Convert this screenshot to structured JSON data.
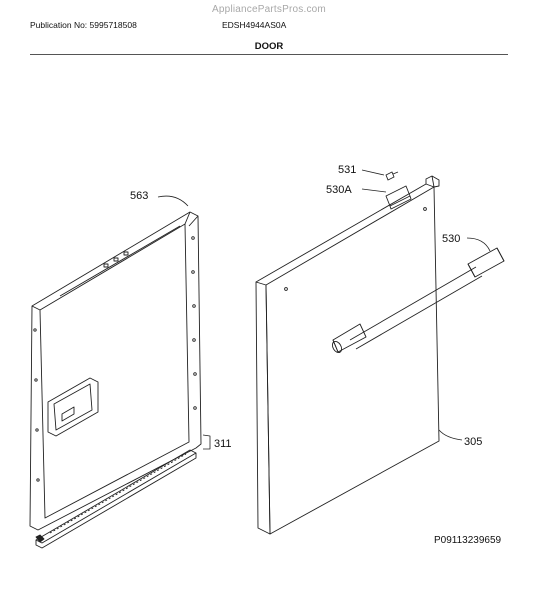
{
  "header": {
    "watermark": "AppliancePartsPros.com",
    "publication": "Publication No: 5995718508",
    "model": "EDSH4944AS0A",
    "section_title": "DOOR"
  },
  "callouts": {
    "p563": "563",
    "p531": "531",
    "p530A": "530A",
    "p530": "530",
    "p311": "311",
    "p305": "305"
  },
  "footer": {
    "diagram_code": "P09113239659"
  }
}
